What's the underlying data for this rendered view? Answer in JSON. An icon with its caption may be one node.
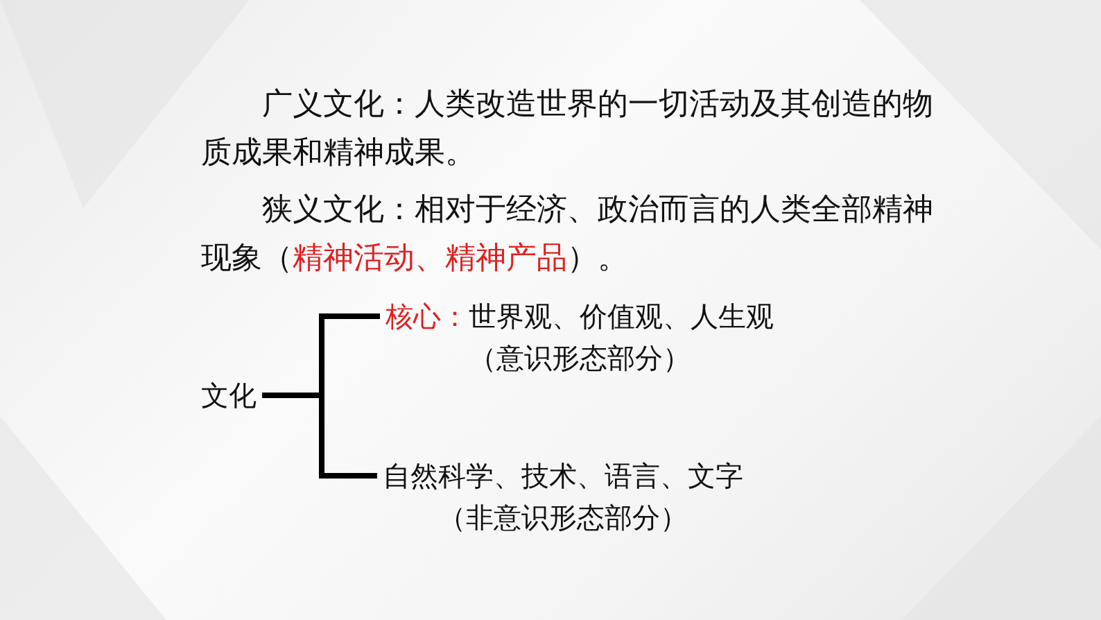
{
  "diagram": {
    "nodes": [
      {
        "text": [
          "文化"
        ]
      },
      {
        "text": [
          "**核心：**世界观、价值观、人生观",
          "（意识形态部分）"
        ]
      },
      {
        "text": [
          "自然科学、技术、语言、文字",
          "（非意识形态部分）"
        ]
      }
    ],
    "edges": [
      {
        "from": 0,
        "to": 1,
        "arrow": "none"
      },
      {
        "from": 0,
        "to": 2,
        "arrow": "none"
      }
    ],
    "labels": [
      "广义文化：人类改造世界的一切活动及其创造的物质成果和精神成果。",
      "狭义文化：相对于经济、政治而言的人类全部精神现象（**精神活动、精神产品**）。"
    ]
  }
}
